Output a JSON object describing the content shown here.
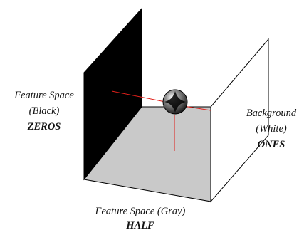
{
  "labels": {
    "left": {
      "line1": "Feature Space",
      "line2": "(Black)",
      "bold": "ZEROS"
    },
    "right": {
      "line1": "Background",
      "line2": "(White)",
      "bold": "ONES"
    },
    "bottom": {
      "line1": "Feature Space (Gray)",
      "bold": "HALF"
    }
  },
  "colors": {
    "left_wall": "#000000",
    "floor": "#c9c9c9",
    "right_wall": "#ffffff",
    "edges": "#000000",
    "axis_lines": "#e0201a",
    "sphere": "#3a3a3a"
  },
  "icons": {
    "center_object": "sphere-icon"
  }
}
